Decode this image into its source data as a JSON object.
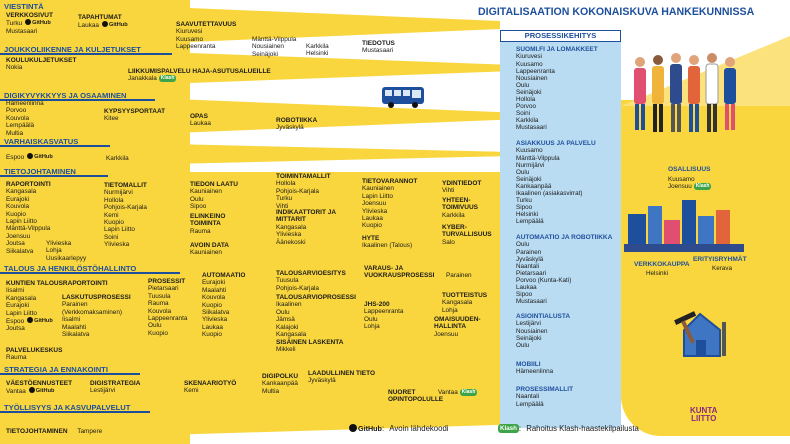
{
  "title": "DIGITALISAATION KOKONAISKUVA HANKEKUNNISSA",
  "sections": [
    {
      "id": "viestinta",
      "label": "VIESTINTÄ"
    },
    {
      "id": "joukkoliikenne",
      "label": "JOUKKOLIIKENNE JA KULJETUKSET"
    },
    {
      "id": "digikyvykkyys",
      "label": "DIGIKYVYKKYYS JA OSAAMINEN"
    },
    {
      "id": "varhaiskasvatus",
      "label": "VARHAISKASVATUS"
    },
    {
      "id": "tietojohtaminen",
      "label": "TIETOJOHTAMINEN"
    },
    {
      "id": "talous",
      "label": "TALOUS JA HENKILÖSTÖHALLINTO"
    },
    {
      "id": "strategia",
      "label": "STRATEGIA JA ENNAKOINTI"
    },
    {
      "id": "tyollisyys",
      "label": "TYÖLLISYYS JA KASVUPALVELUT"
    }
  ],
  "groups": {
    "verkkosivut": {
      "title": "VERKKOSIVUT",
      "items": [
        "Turku",
        "Mustasaari"
      ]
    },
    "tapahtumat": {
      "title": "TAPAHTUMAT",
      "items": [
        "Laukaa"
      ]
    },
    "saavutettavuus": {
      "title": "SAAVUTETTAVUUS",
      "items": [
        "Kiuruvesi",
        "Kuusamo",
        "Lappeenranta"
      ]
    },
    "saav_col2": {
      "items": [
        "Mänttä-Vilppula",
        "Nousiainen",
        "Seinäjoki"
      ]
    },
    "saav_col3": {
      "items": [
        "Karkkila",
        "Helsinki"
      ]
    },
    "tiedotus": {
      "title": "TIEDOTUS",
      "items": [
        "Mustasaari"
      ]
    },
    "koulukuljetukset": {
      "title": "KOULUKULJETUKSET",
      "items": [
        "Nokia"
      ]
    },
    "liikkumispalvelu": {
      "title": "LIIKKUMISPALVELU HAJA-ASUTUSALUEILLE",
      "items": [
        "Janakkala"
      ]
    },
    "digikyv_list": {
      "items": [
        "Hämeenlinna",
        "Porvoo",
        "Kouvola",
        "Lempäälä",
        "Multia"
      ]
    },
    "kypsyysportaat": {
      "title": "KYPSYYSPORTAAT",
      "items": [
        "Kitee"
      ]
    },
    "opas": {
      "title": "OPAS",
      "items": [
        "Laukaa"
      ]
    },
    "robotiikka_dk": {
      "title": "ROBOTIIKKA",
      "items": [
        "Jyväskylä"
      ]
    },
    "varhais_espoo": {
      "items": [
        "Espoo"
      ]
    },
    "varhais_karkkila": {
      "items": [
        "Karkkila"
      ]
    },
    "raportointi": {
      "title": "RAPORTOINTI",
      "items": [
        "Kangasala",
        "Eurajoki",
        "Kouvola",
        "Kuopio",
        "Lapin Liitto",
        "Mänttä-Vilppula",
        "Joensuu",
        "Joutsa",
        "Siikalatva"
      ]
    },
    "raportointi_col2": {
      "items": [
        "Ylivieska",
        "Lohja",
        "Uusikaarlepyy"
      ]
    },
    "tietomallit": {
      "title": "TIETOMALLIT",
      "items": [
        "Nurmijärvi",
        "Hollola",
        "Pohjois-Karjala",
        "Kemi",
        "Kuopio",
        "Lapin Liitto",
        "Soini",
        "Ylivieska"
      ]
    },
    "tiedon_laatu": {
      "title": "TIEDON LAATU",
      "items": [
        "Kauniainen",
        "Oulu",
        "Sipoo"
      ]
    },
    "elinkeinotoiminta": {
      "title": "ELINKEINO TOIMINTA",
      "items": [
        "Rauma"
      ]
    },
    "avoin_data": {
      "title": "AVOIN DATA",
      "items": [
        "Kauniainen"
      ]
    },
    "toimintamallit": {
      "title": "TOIMINTAMALLIT",
      "items": [
        "Hollola",
        "Pohjois-Karjala",
        "Turku",
        "Vihti"
      ]
    },
    "indikaattorit": {
      "title": "INDIKAATTORIT JA MITTARIT",
      "items": [
        "Kangasala",
        "Ylivieska",
        "Äänekoski"
      ]
    },
    "tietovarannot": {
      "title": "TIETOVARANNOT",
      "items": [
        "Kauniainen",
        "Lapin Liitto",
        "Joensuu",
        "Ylivieska",
        "Laukaa",
        "Kuopio"
      ]
    },
    "hyte": {
      "title": "HYTE",
      "items": [
        "Ikaalinen (Talous)"
      ]
    },
    "ydintiedot": {
      "title": "YDINTIEDOT",
      "items": [
        "Vihti"
      ]
    },
    "yhteentoimivuus": {
      "title": "YHTEEN-TOIMIVUUS",
      "items": [
        "Karkkila"
      ]
    },
    "kyberturvallisuus": {
      "title": "KYBER-TURVALLISUUS",
      "items": [
        "Salo"
      ]
    },
    "kuntien_talousraportointi": {
      "title": "KUNTIEN TALOUSRAPORTOINTI",
      "items": [
        "Iisalmi",
        "Kangasala",
        "Eurajoki",
        "Lapin Liitto",
        "Espoo",
        "Joutsa"
      ]
    },
    "laskutusprosessi": {
      "title": "LASKUTUSPROSESSI",
      "items": [
        "Parainen (Verkkomaksaminen)",
        "Iisalmi",
        "Maalahti",
        "Siikalatva"
      ]
    },
    "palvelukeskus": {
      "title": "PALVELUKESKUS",
      "items": [
        "Rauma"
      ]
    },
    "prosessit": {
      "title": "PROSESSIT",
      "items": [
        "Pietarsaari",
        "Tuusula",
        "Rauma",
        "Kouvola",
        "Lappeenranta",
        "Oulu",
        "Kuopio"
      ]
    },
    "automaatio_ta": {
      "title": "AUTOMAATIO",
      "items": [
        "Eurajoki",
        "Maalahti",
        "Kouvola",
        "Kuopio",
        "Siikalatva",
        "Ylivieska",
        "Laukaa",
        "Kuopio"
      ]
    },
    "talousarvioseitys": {
      "title": "TALOUSARVIOESITYS",
      "items": [
        "Tuusula",
        "Pohjois-Karjala"
      ]
    },
    "talousarvioprosessi": {
      "title": "TALOUSARVIOPROSESSI",
      "items": [
        "Ikaalinen",
        "Oulu",
        "Jämsä",
        "Kalajoki",
        "Kangasala"
      ]
    },
    "sisainen_laskenta": {
      "title": "SISÄINEN LASKENTA",
      "items": [
        "Mikkeli"
      ]
    },
    "varaus": {
      "title": "VARAUS- JA VUOKRAUSPROSESSI",
      "items": [
        "Parainen"
      ]
    },
    "jhs200": {
      "title": "JHS-200",
      "items": [
        "Lappeenranta",
        "Oulu",
        "Lohja"
      ]
    },
    "tuotteistus": {
      "title": "TUOTTEISTUS",
      "items": [
        "Kangasala",
        "Lohja"
      ]
    },
    "omaisuudenhallinta": {
      "title": "OMAISUUDEN-HALLINTA",
      "items": [
        "Joensuu"
      ]
    },
    "vaestoennusteet": {
      "title": "VÄESTÖENNUSTEET",
      "items": [
        "Vantaa"
      ]
    },
    "digistrategia": {
      "title": "DIGISTRATEGIA",
      "items": [
        "Lestijärvi"
      ]
    },
    "skenaariotyo": {
      "title": "SKENAARIOTYÖ",
      "items": [
        "Kemi"
      ]
    },
    "digipolku": {
      "title": "DIGIPOLKU",
      "items": [
        "Kankaanpää",
        "Multia"
      ]
    },
    "laadullinen_tieto": {
      "title": "LAADULLINEN TIETO",
      "items": [
        "Jyväskylä"
      ]
    },
    "nuoret": {
      "title": "NUORET OPINTOPOLULLE",
      "items": [
        "Vantaa"
      ]
    },
    "tyollisyys_tj": {
      "title": "TIETOJOHTAMINEN",
      "items": [
        "Tampere"
      ]
    }
  },
  "process": {
    "title": "PROSESSIKEHITYS",
    "groups": [
      {
        "title": "SUOMI.FI JA LOMAKKEET",
        "items": [
          "Kiuruvesi",
          "Kuusamo",
          "Lappeenranta",
          "Nousiainen",
          "Oulu",
          "Seinäjoki",
          "Hollola",
          "Porvoo",
          "Soini",
          "Karkkila",
          "Mustasaari"
        ]
      },
      {
        "title": "ASIAKKUUS JA PALVELU",
        "items": [
          "Kuusamo",
          "Mänttä-Vilppula",
          "Nurmijärvi",
          "Oulu",
          "Seinäjoki",
          "Kankaanpää",
          "Ikaalinen (asiakasvirrat)",
          "Turku",
          "Sipoo",
          "Helsinki",
          "Lempäälä"
        ]
      },
      {
        "title": "AUTOMAATIO JA ROBOTIIKKA",
        "items": [
          "Oulu",
          "Parainen",
          "Jyväskylä",
          "Naantali",
          "Pietarsaari",
          "Porvoo (Kunta-Kati)",
          "Laukaa",
          "Sipoo",
          "Mustasaari"
        ]
      },
      {
        "title": "ASIOINTIALUSTA",
        "items": [
          "Lestijärvi",
          "Nousiainen",
          "Seinäjoki",
          "Oulu"
        ]
      },
      {
        "title": "MOBIILI",
        "items": [
          "Hämeenlinna"
        ]
      },
      {
        "title": "PROSESSIMALLIT",
        "items": [
          "Naantali",
          "Lempäälä"
        ]
      }
    ]
  },
  "right": {
    "osallisuus": {
      "title": "OSALLISUUS",
      "items": [
        "Kuusamo",
        "Joensuu"
      ]
    },
    "verkkokauppa": {
      "title": "VERKKOKAUPPA",
      "items": [
        "Helsinki"
      ]
    },
    "erityisryhmat": {
      "title": "ERITYISRYHMÄT",
      "items": [
        "Kerava"
      ]
    }
  },
  "badges": {
    "github": "GitHub",
    "klash": "Klash"
  },
  "legend": {
    "github_text": "Avoin lähdekoodi",
    "klash_text": "Rahoitus  Klash-haastekilpailusta",
    "colon": ":"
  },
  "logo": {
    "line1": "KUNTA",
    "line2": "LIITTO"
  },
  "colors": {
    "yellow": "#f9d63e",
    "blue": "#1e4f9c",
    "panel": "#b9dcf2",
    "green": "#3ea44a"
  }
}
